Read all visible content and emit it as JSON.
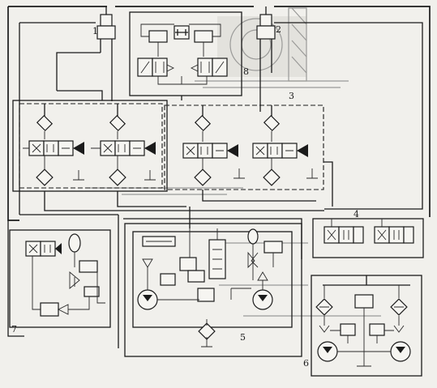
{
  "labels": {
    "n1": "1",
    "n2": "2",
    "n3": "3",
    "n4": "4",
    "n5": "5",
    "n6": "6",
    "n7": "7",
    "n8": "8"
  }
}
